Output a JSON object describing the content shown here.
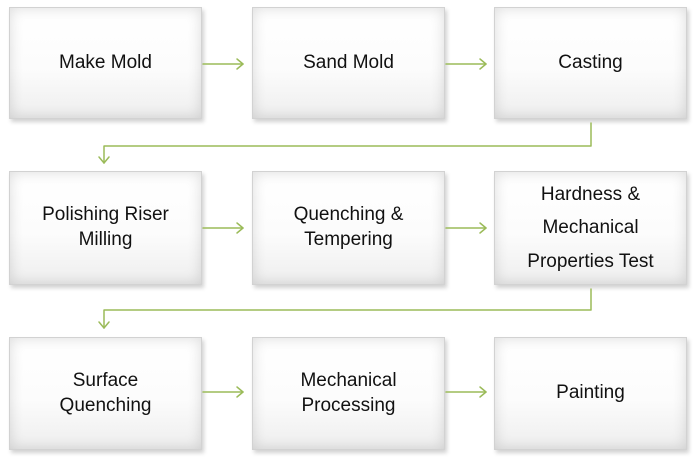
{
  "flowchart": {
    "steps": [
      {
        "label": "Make Mold"
      },
      {
        "label": "Sand Mold"
      },
      {
        "label": "Casting"
      },
      {
        "label": "Polishing  Riser\nMilling"
      },
      {
        "label": "Quenching &\nTempering"
      },
      {
        "label": "Hardness &\nMechanical\nProperties Test"
      },
      {
        "label": "Surface\nQuenching"
      },
      {
        "label": "Mechanical\nProcessing"
      },
      {
        "label": "Painting"
      }
    ],
    "colors": {
      "arrow": "#9bbb59",
      "box_border": "#d2d2d2",
      "text": "#111111"
    }
  }
}
